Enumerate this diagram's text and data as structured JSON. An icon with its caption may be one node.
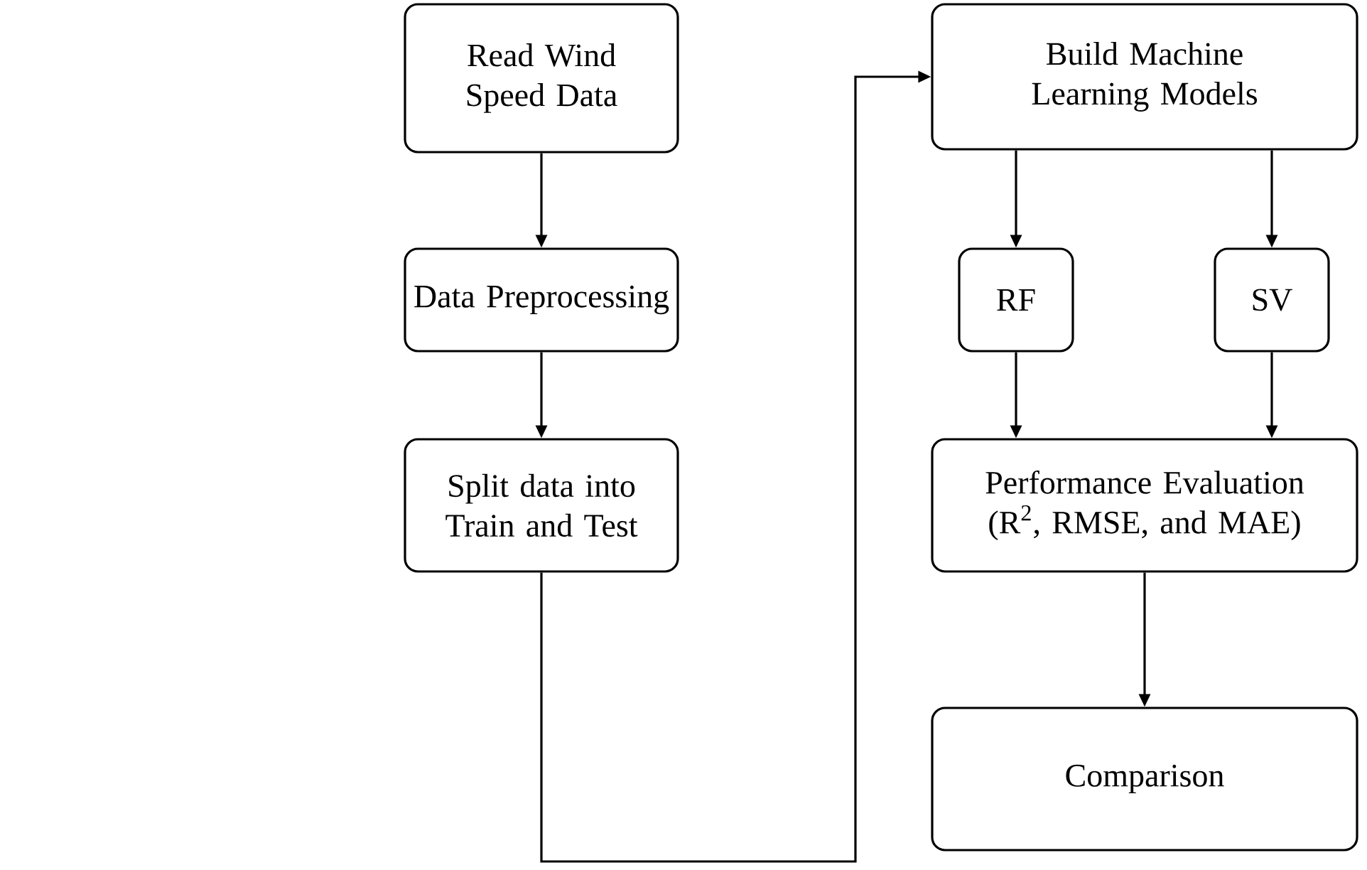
{
  "diagram": {
    "nodes": [
      {
        "text": [
          "Read Wind Speed Data"
        ]
      },
      {
        "text": [
          "Data Preprocessing"
        ]
      },
      {
        "text": [
          "Split data into Train and Test"
        ]
      },
      {
        "text": [
          "Build Machine Learning Models"
        ]
      },
      {
        "text": [
          "RF"
        ]
      },
      {
        "text": [
          "SV"
        ]
      },
      {
        "text": [
          "Performance Evaluation (R$^{2}$, RMSE, and MAE)"
        ]
      },
      {
        "text": [
          "Comparison"
        ]
      }
    ],
    "edges": [
      {
        "from": 0,
        "to": 1,
        "arrow": "to"
      },
      {
        "from": 1,
        "to": 2,
        "arrow": "to"
      },
      {
        "from": 2,
        "to": 3,
        "arrow": "to"
      },
      {
        "from": 3,
        "to": 4,
        "arrow": "to"
      },
      {
        "from": 3,
        "to": 5,
        "arrow": "to"
      },
      {
        "from": 4,
        "to": 6,
        "arrow": "to"
      },
      {
        "from": 5,
        "to": 6,
        "arrow": "to"
      },
      {
        "from": 6,
        "to": 7,
        "arrow": "to"
      }
    ]
  }
}
